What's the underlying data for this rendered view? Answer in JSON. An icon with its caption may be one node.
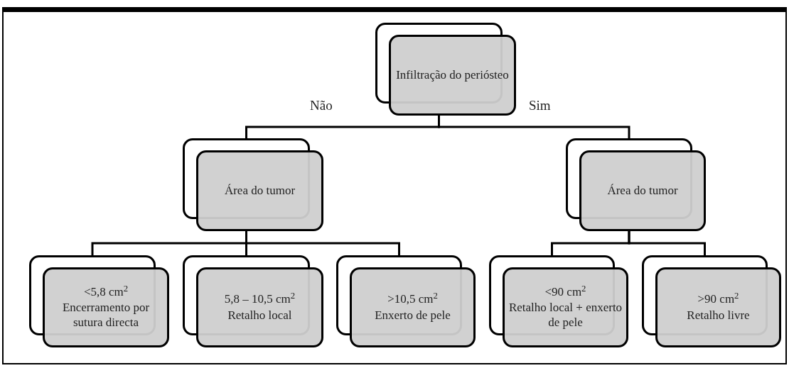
{
  "diagram": {
    "nodes": [
      {
        "text": [
          "Infiltração do periósteo"
        ]
      },
      {
        "text": [
          "Área do tumor"
        ]
      },
      {
        "text": [
          "Área do tumor"
        ]
      },
      {
        "text": [
          "<5,8 cm$^{2}$",
          "Encerramento por sutura directa"
        ]
      },
      {
        "text": [
          "5,8 – 10,5 cm$^{2}$",
          "Retalho local"
        ]
      },
      {
        "text": [
          ">10,5 cm$^{2}$",
          "Enxerto de pele"
        ]
      },
      {
        "text": [
          "<90 cm$^{2}$",
          "Retalho local + enxerto de pele"
        ]
      },
      {
        "text": [
          ">90 cm$^{2}$",
          "Retalho livre"
        ]
      }
    ],
    "edges": [
      {
        "from": 0,
        "to": 1,
        "arrow": "none",
        "label": "Não"
      },
      {
        "from": 0,
        "to": 2,
        "arrow": "none",
        "label": "Sim"
      },
      {
        "from": 1,
        "to": 3,
        "arrow": "none"
      },
      {
        "from": 1,
        "to": 4,
        "arrow": "none"
      },
      {
        "from": 1,
        "to": 5,
        "arrow": "none"
      },
      {
        "from": 2,
        "to": 6,
        "arrow": "none"
      },
      {
        "from": 2,
        "to": 7,
        "arrow": "none"
      }
    ]
  }
}
